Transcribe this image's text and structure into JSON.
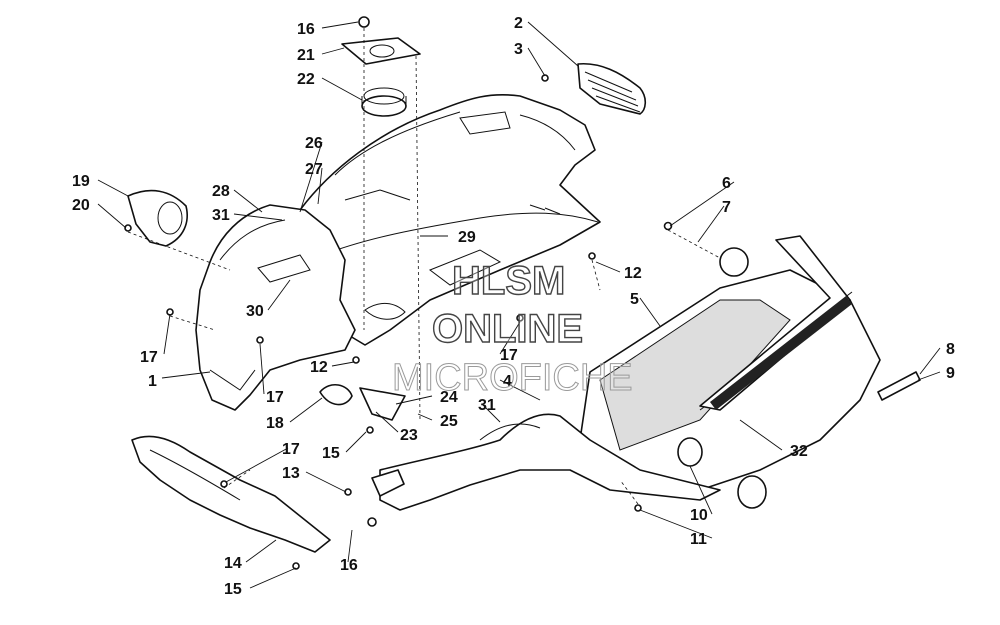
{
  "diagram": {
    "callouts": [
      {
        "id": "c16a",
        "label": "16"
      },
      {
        "id": "c21",
        "label": "21"
      },
      {
        "id": "c22",
        "label": "22"
      },
      {
        "id": "c2",
        "label": "2"
      },
      {
        "id": "c3",
        "label": "3"
      },
      {
        "id": "c26",
        "label": "26"
      },
      {
        "id": "c27",
        "label": "27"
      },
      {
        "id": "c19",
        "label": "19"
      },
      {
        "id": "c20",
        "label": "20"
      },
      {
        "id": "c28",
        "label": "28"
      },
      {
        "id": "c31a",
        "label": "31"
      },
      {
        "id": "c29",
        "label": "29"
      },
      {
        "id": "c6",
        "label": "6"
      },
      {
        "id": "c7",
        "label": "7"
      },
      {
        "id": "c12a",
        "label": "12"
      },
      {
        "id": "c5",
        "label": "5"
      },
      {
        "id": "c30",
        "label": "30"
      },
      {
        "id": "c17a",
        "label": "17"
      },
      {
        "id": "c12b",
        "label": "12"
      },
      {
        "id": "c17b",
        "label": "17"
      },
      {
        "id": "c1",
        "label": "1"
      },
      {
        "id": "c4",
        "label": "4"
      },
      {
        "id": "c8",
        "label": "8"
      },
      {
        "id": "c9",
        "label": "9"
      },
      {
        "id": "c17c",
        "label": "17"
      },
      {
        "id": "c24",
        "label": "24"
      },
      {
        "id": "c18",
        "label": "18"
      },
      {
        "id": "c31b",
        "label": "31"
      },
      {
        "id": "c25",
        "label": "25"
      },
      {
        "id": "c23",
        "label": "23"
      },
      {
        "id": "c15a",
        "label": "15"
      },
      {
        "id": "c32",
        "label": "32"
      },
      {
        "id": "c17d",
        "label": "17"
      },
      {
        "id": "c13",
        "label": "13"
      },
      {
        "id": "c10",
        "label": "10"
      },
      {
        "id": "c11",
        "label": "11"
      },
      {
        "id": "c14",
        "label": "14"
      },
      {
        "id": "c16b",
        "label": "16"
      },
      {
        "id": "c15b",
        "label": "15"
      }
    ]
  },
  "watermark": {
    "line1": "HLSM",
    "line2": "ONLINE",
    "line3": "MICROFICHE"
  }
}
